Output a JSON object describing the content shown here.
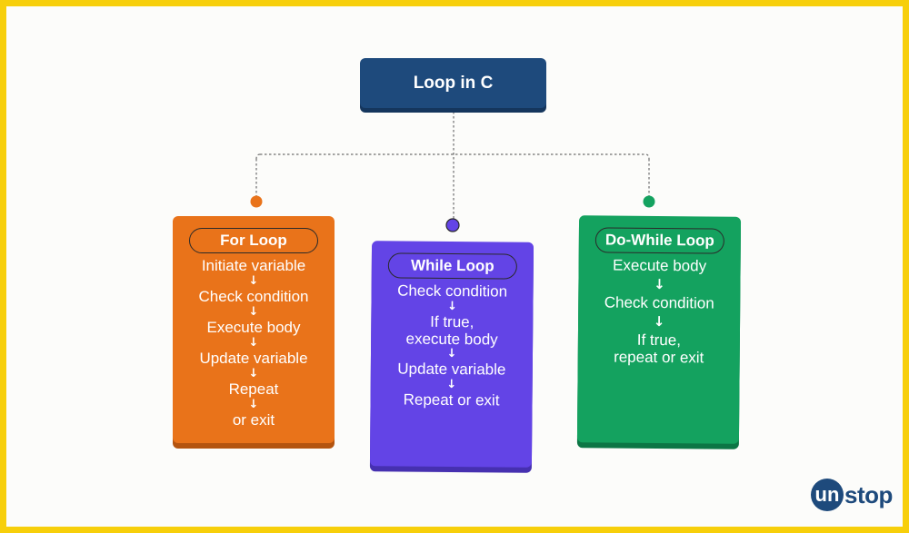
{
  "root": {
    "title": "Loop in C"
  },
  "colors": {
    "border": "#F7CF0B",
    "root": "#1E4A7C",
    "for_loop": "#E9731A",
    "while_loop": "#6344E6",
    "do_while_loop": "#14A25F",
    "connector": "#6E6E6E"
  },
  "cards": [
    {
      "title": "For Loop",
      "steps": [
        "Initiate variable",
        "Check condition",
        "Execute body",
        "Update variable",
        "Repeat",
        "or exit"
      ]
    },
    {
      "title": "While Loop",
      "steps": [
        "Check condition",
        "If true,\nexecute body",
        "Update variable",
        "Repeat or exit"
      ]
    },
    {
      "title": "Do-While Loop",
      "steps": [
        "Execute body",
        "Check condition",
        "If true,\nrepeat or exit"
      ]
    }
  ],
  "arrow_glyph": "↓",
  "logo": {
    "u": "un",
    "rest": "stop"
  }
}
